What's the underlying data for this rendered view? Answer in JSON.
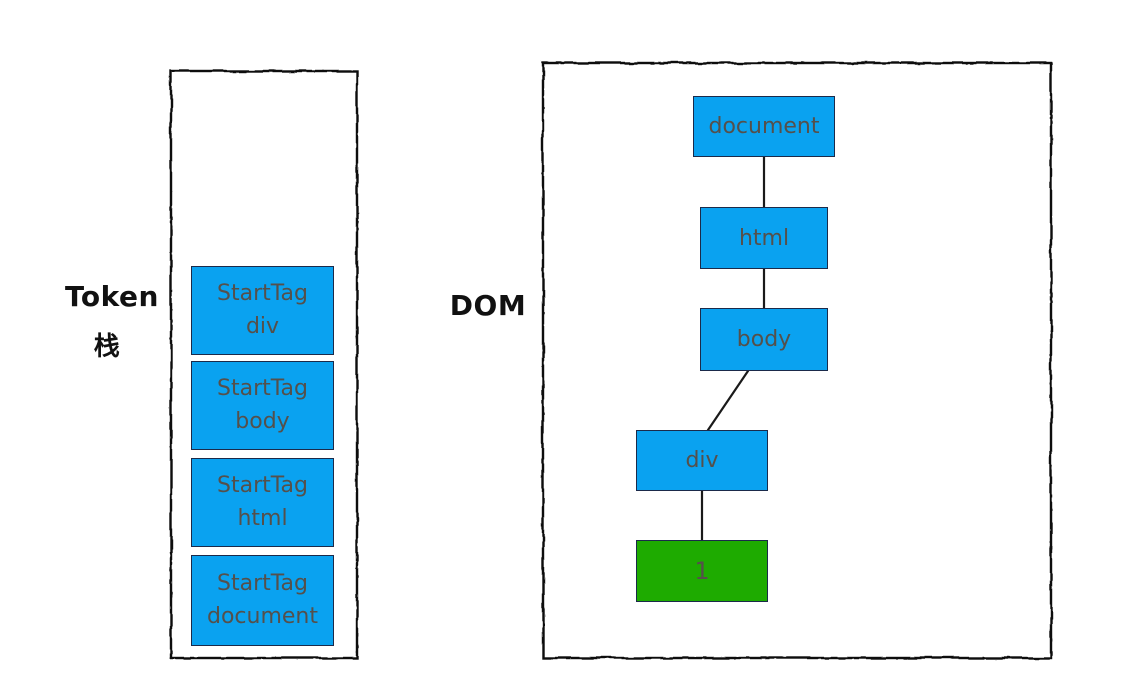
{
  "token_stack": {
    "label_title": "Token",
    "label_subtitle": "栈",
    "items": [
      {
        "line1": "StartTag",
        "line2": "div"
      },
      {
        "line1": "StartTag",
        "line2": "body"
      },
      {
        "line1": "StartTag",
        "line2": "html"
      },
      {
        "line1": "StartTag",
        "line2": "document"
      }
    ]
  },
  "dom_tree": {
    "label": "DOM",
    "nodes": {
      "document": "document",
      "html": "html",
      "body": "body",
      "div": "div",
      "text_node": "1"
    },
    "edges": [
      {
        "from": "document",
        "to": "html"
      },
      {
        "from": "html",
        "to": "body"
      },
      {
        "from": "body",
        "to": "div"
      },
      {
        "from": "div",
        "to": "text_node"
      }
    ]
  },
  "colors": {
    "node_blue": "#0aa2f0",
    "node_green": "#1eab00",
    "container_border": "#111111",
    "edge_line": "#1a1a1a",
    "node_text": "#55504b",
    "label_text": "#111111"
  }
}
